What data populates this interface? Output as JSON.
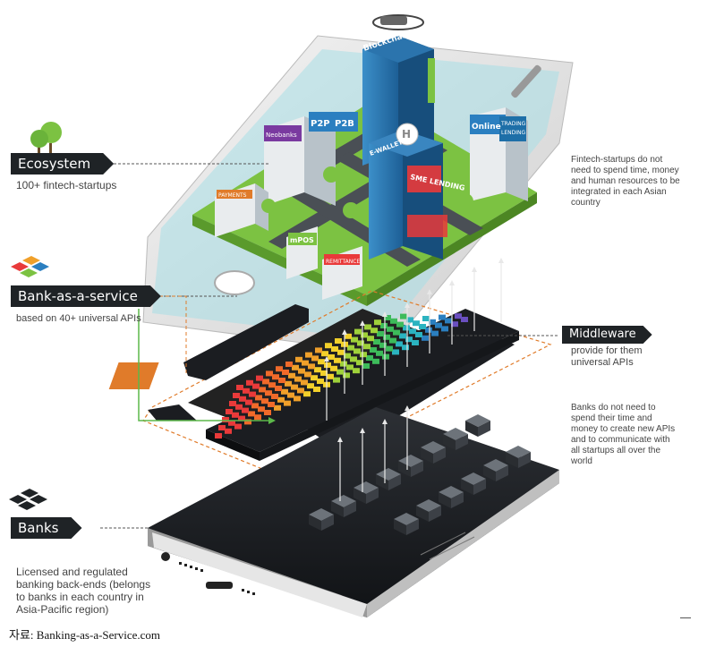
{
  "labels": {
    "ecosystem": {
      "title": "Ecosystem",
      "subtitle": "100+ fintech-startups"
    },
    "baas": {
      "title": "Bank-as-a-service",
      "subtitle": "based on 40+ universal APIs"
    },
    "banks": {
      "title": "Banks",
      "subtitle": "Licensed and regulated banking back-ends (belongs to banks in each country in Asia-Pacific region)"
    },
    "middleware": {
      "title": "Middleware",
      "subtitle": "provide for them universal APIs"
    }
  },
  "side_notes": {
    "fintech": "Fintech-startups do not need to spend time, money and human resources to be integrated in each Asian country",
    "banks_note": "Banks do not need to spend their time and money to create new APIs and to communicate with all startups all over the world"
  },
  "buildings": {
    "blockchain": "Blockchain",
    "p2p": "P2P",
    "p2b": "P2B",
    "neobanks": "Neobanks",
    "ewallets": "E-WALLETS",
    "sme_lending": "SME LENDING",
    "online": "Online",
    "trading": "TRADING",
    "lending": "LENDING",
    "mpos": "mPOS",
    "remittance": "REMITTANCE",
    "payments": "PAYMENTS",
    "helipad": "H"
  },
  "source": "자료: Banking-as-a-Service.com",
  "colors": {
    "tag_bg": "#1f2326",
    "phone_screen": "#a8dfe6",
    "grass": "#7cc242",
    "road": "#4a4f55",
    "dash": "#e07b2a",
    "arrow": "#5cb84a",
    "keyboard": "#1b1d21"
  }
}
